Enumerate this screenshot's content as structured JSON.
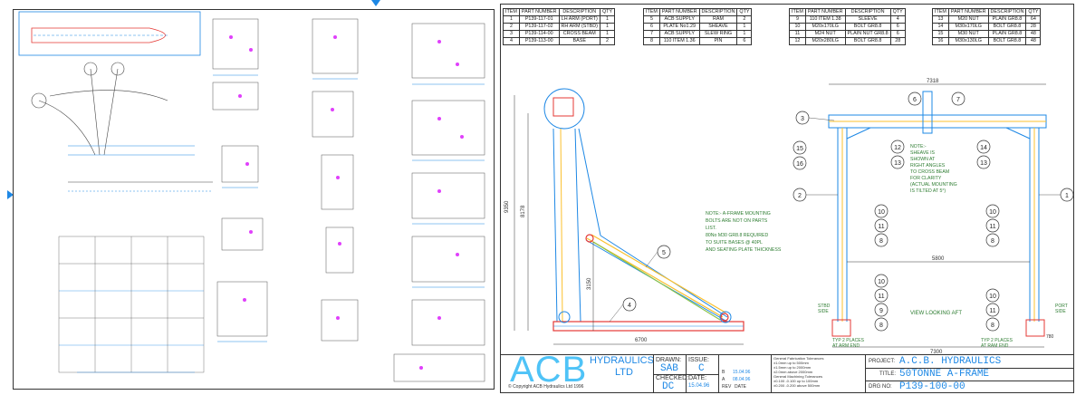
{
  "bom_left": {
    "headers": [
      "ITEM",
      "PART NUMBER",
      "DESCRIPTION",
      "QTY"
    ],
    "rows": [
      [
        "1",
        "P139-117-01",
        "LH ARM (PORT)",
        "1"
      ],
      [
        "2",
        "P139-117-02",
        "RH ARM (STBD)",
        "1"
      ],
      [
        "3",
        "P139-114-00",
        "CROSS BEAM",
        "1"
      ],
      [
        "4",
        "P139-113-00",
        "BASE",
        "2"
      ]
    ]
  },
  "bom_mid": {
    "headers": [
      "ITEM",
      "PART NUMBER",
      "DESCRIPTION",
      "QTY"
    ],
    "rows": [
      [
        "5",
        "ACB SUPPLY",
        "RAM",
        "2"
      ],
      [
        "6",
        "PLATE No1.29",
        "SHEAVE",
        "1"
      ],
      [
        "7",
        "ACB SUPPLY",
        "SLEW RING",
        "1"
      ],
      [
        "8",
        "110 ITEM 1.36",
        "PIN",
        "6"
      ]
    ]
  },
  "bom_r1": {
    "headers": [
      "ITEM",
      "PART NUMBER",
      "DESCRIPTION",
      "QTY"
    ],
    "rows": [
      [
        "9",
        "110 ITEM 1.38",
        "SLEEVE",
        "4"
      ],
      [
        "10",
        "M20x170LG",
        "BOLT GR8.8",
        "6"
      ],
      [
        "11",
        "M24 NUT",
        "PLAIN NUT GR8.8",
        "6"
      ],
      [
        "12",
        "M20x280LG",
        "BOLT GR8.8",
        "28"
      ]
    ]
  },
  "bom_r2": {
    "headers": [
      "ITEM",
      "PART NUMBER",
      "DESCRIPTION",
      "QTY"
    ],
    "rows": [
      [
        "13",
        "M20 NUT",
        "PLAIN GR8.8",
        "64"
      ],
      [
        "14",
        "M30x170LG",
        "BOLT GR8.8",
        "28"
      ],
      [
        "15",
        "M30 NUT",
        "PLAIN GR8.8",
        "48"
      ],
      [
        "16",
        "M30x130LG",
        "BOLT GR8.8",
        "48"
      ]
    ]
  },
  "drawing": {
    "note_left": [
      "NOTE:- A-FRAME MOUNTING",
      "BOLTS ARE NOT ON PARTS",
      "LIST.",
      "80No M30 GR8.8 REQUIRED",
      "TO SUITE BASES @ 40PL",
      "AND SEATING PLATE THICKNESS"
    ],
    "note_right": [
      "NOTE:-",
      "SHEAVE IS",
      "SHOWN AT",
      "RIGHT ANGLES",
      "TO CROSS BEAM",
      "FOR CLARITY",
      "(ACTUAL MOUNTING",
      "IS TILTED AT 5°)"
    ],
    "view_label": "VIEW LOOKING AFT",
    "stbd": [
      "STBD",
      "SIDE"
    ],
    "port": [
      "PORT",
      "SIDE"
    ],
    "typ_left": [
      "TYP 2 PLACES",
      "AT ARM END"
    ],
    "typ_right": [
      "TYP 2 PLACES",
      "AT RAM END"
    ],
    "dim_top": "7318",
    "dim_mid": "5800",
    "dim_bottom": "7300",
    "dim_base": "6700",
    "dim_side1": "9350",
    "dim_side2": "8178",
    "dim_side3": "3150",
    "dim_small": "780"
  },
  "balloons": {
    "b1": "1",
    "b2": "2",
    "b3": "3",
    "b4": "4",
    "b5": "5",
    "b6": "6",
    "b7": "7",
    "b8": "8",
    "b9": "9",
    "b10": "10",
    "b11": "11",
    "b12": "12",
    "b13": "13",
    "b15": "15",
    "b16": "16",
    "b14": "14"
  },
  "title_block": {
    "logo_big": "ACB",
    "logo_small1": "HYDRAULICS",
    "logo_small2": "LTD",
    "copyright": "© Copyright ACB Hydraulics Ltd 1996",
    "drawn_label": "DRAWN:",
    "drawn_value": "SAB",
    "issue_label": "ISSUE:",
    "issue_value": "C",
    "checked_label": "CHECKED:",
    "checked_value": "DC",
    "date_label": "DATE:",
    "date_value": "15.04.96",
    "rev_rows": [
      [
        "B",
        "15.04.96"
      ],
      [
        "A",
        "08.04.96"
      ]
    ],
    "rev_footer": [
      "REV",
      "DATE"
    ],
    "tolerances": [
      "General Fabrication Tolerances",
      "±1.0mm up to 500mm",
      "±1.5mm up to 2000mm",
      "±2.0mm above 2000mm",
      "General Machining Tolerances",
      "±0.100 -0.100 up to 100mm",
      "±0.200 -0.200 above 500mm"
    ],
    "project_label": "PROJECT:",
    "project_value": "A.C.B. HYDRAULICS",
    "title_label": "TITLE:",
    "title_value": "50TONNE A-FRAME",
    "drg_label": "DRG NO:",
    "drg_value": "P139-100-00"
  }
}
